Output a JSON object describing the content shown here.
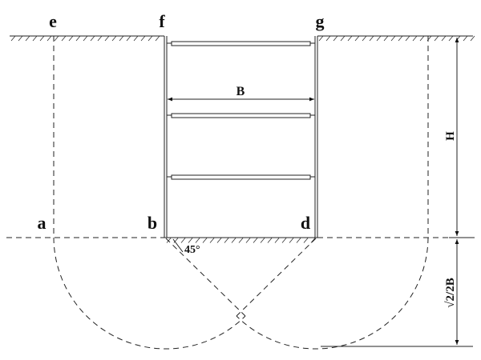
{
  "diagram": {
    "points": {
      "e": "e",
      "f": "f",
      "g": "g",
      "a": "a",
      "b": "b",
      "d": "d"
    },
    "width_label": "B",
    "height_label": "H",
    "depth_label": "√2/2B",
    "angle_label": "45°"
  }
}
